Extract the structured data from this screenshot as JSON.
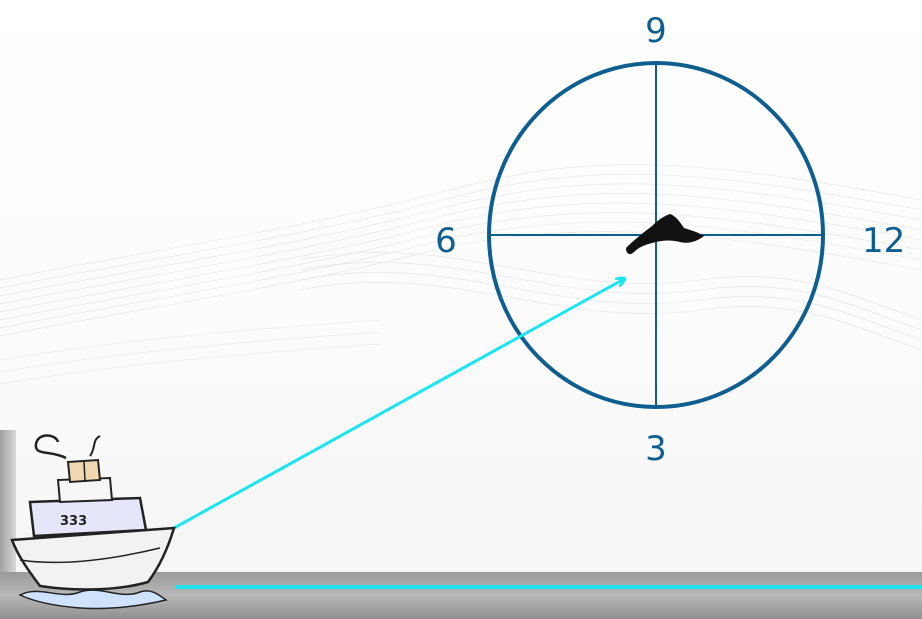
{
  "dial": {
    "top_label": "9",
    "right_label": "12",
    "bottom_label": "3",
    "left_label": "6"
  },
  "ship": {
    "porthole_text": "333"
  },
  "colors": {
    "dial": "#0e5f8f",
    "sight_line": "#19e6f0",
    "horizon": "#21e3ee",
    "whale": "#111111"
  },
  "icons": {
    "ship": "ship-icon",
    "whale": "whale-icon"
  }
}
